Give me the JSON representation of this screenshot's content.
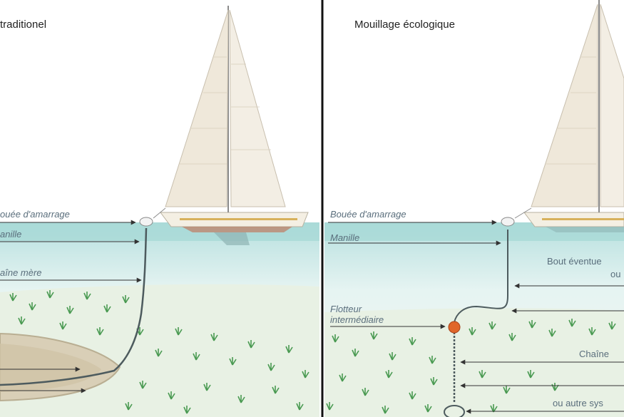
{
  "left_panel": {
    "title": "traditionel",
    "labels": {
      "buoy": "ouée d'amarrage",
      "shackle": "anille",
      "mother_chain": "aîne mère"
    }
  },
  "right_panel": {
    "title": "Mouillage écologique",
    "labels": {
      "buoy": "Bouée d'amarrage",
      "shackle": "Manille",
      "rope_line1": "Bout éventue",
      "rope_line2": "ou",
      "float_line1": "Flotteur",
      "float_line2": "intermédiaire",
      "chain": "Chaîne",
      "system": "ou autre sys"
    }
  },
  "colors": {
    "water": "#cfe9ea",
    "water_surface": "#a9d9d9",
    "seabed": "#e4efe0",
    "grass": "#3f8f4a",
    "sail": "#f1ece2",
    "divider": "#111111",
    "float": "#e0662a",
    "arrow": "#333333"
  }
}
